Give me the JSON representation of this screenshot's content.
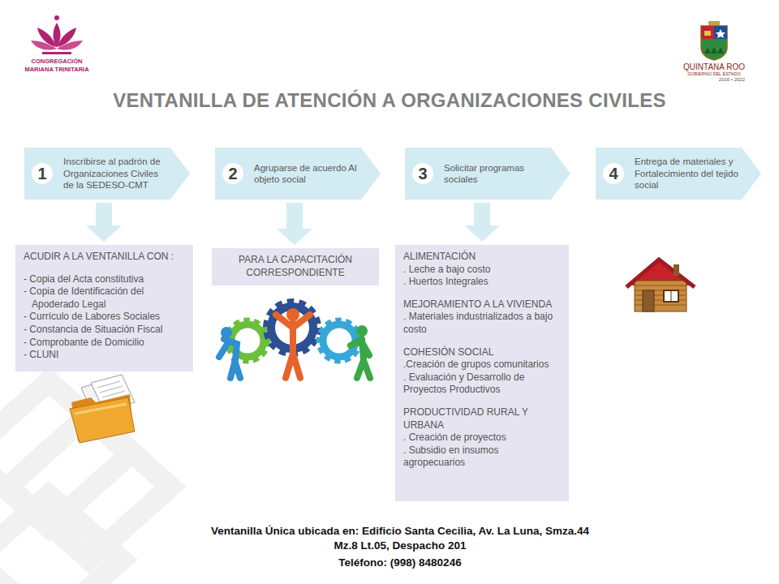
{
  "diagram": {
    "title": "VENTANILLA DE ATENCIÓN A ORGANIZACIONES CIVILES",
    "nodes": [
      {
        "text": [
          "1",
          "Inscribirse al padrón de Organizaciones Civiles de la SEDESO-CMT"
        ]
      },
      {
        "text": [
          "2",
          "Agruparse de acuerdo Al objeto social"
        ]
      },
      {
        "text": [
          "3",
          "Solicitar programas sociales"
        ]
      },
      {
        "text": [
          "4",
          "Entrega de materiales y Fortalecimiento del tejido social"
        ]
      },
      {
        "text": [
          "ACUDIR A LA VENTANILLA CON :",
          "- Copia del Acta constitutiva",
          "- Copia de Identificación del Apoderado Legal",
          "- Currículo de Labores Sociales",
          "- Constancia de Situación Fiscal",
          "- Comprobante de Domicilio",
          "- CLUNI"
        ]
      },
      {
        "text": [
          "PARA LA CAPACITACIÓN CORRESPONDIENTE"
        ]
      },
      {
        "text": [
          "ALIMENTACIÓN",
          ". Leche a bajo costo",
          ". Huertos Integrales",
          "MEJORAMIENTO A LA VIVIENDA",
          ". Materiales industrializados a bajo costo",
          "COHESIÓN SOCIAL",
          ".Creación de grupos comunitarios",
          ". Evaluación y Desarrollo de Proyectos Productivos",
          "PRODUCTIVIDAD RURAL Y URBANA",
          ". Creación de proyectos",
          ". Subsidio en insumos agropecuarios"
        ]
      }
    ],
    "edges": [
      {
        "from": 0,
        "to": 4,
        "arrow": "to"
      },
      {
        "from": 1,
        "to": 5,
        "arrow": "to"
      },
      {
        "from": 2,
        "to": 6,
        "arrow": "to"
      }
    ],
    "labels": [
      "CONGREGACIÓN MARIANA TRINITARIA",
      "QUINTANA ROO",
      "GOBIERNO DEL ESTADO",
      "2016 • 2022",
      "Ventanilla Única ubicada en: Edificio Santa Cecilia, Av. La Luna, Smza.44 Mz.8 Lt.05, Despacho 201",
      "Teléfono: (998) 8480246"
    ]
  }
}
